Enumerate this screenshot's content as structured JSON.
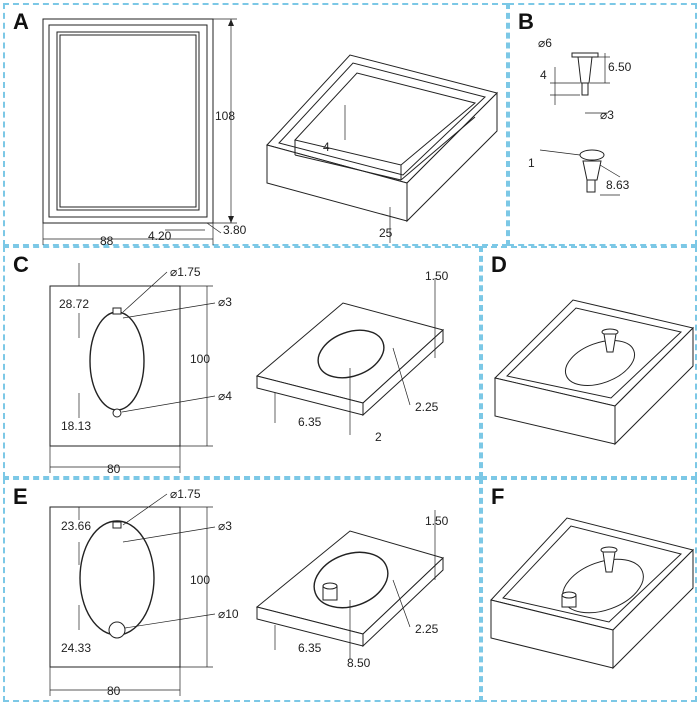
{
  "panels": {
    "A": {
      "label": "A",
      "dims": {
        "height": "108",
        "width": "88",
        "inner_offset": "4.20",
        "wall": "3.80",
        "depth": "4",
        "total_height": "25"
      }
    },
    "B": {
      "label": "B",
      "dims": {
        "top_dia": "6",
        "top_height": "6.50",
        "stem_len": "4",
        "stem_dia": "3",
        "tip": "1",
        "overall": "8.63"
      }
    },
    "C": {
      "label": "C",
      "dims": {
        "top_hole": "1.75",
        "top_offset": "28.72",
        "mid_hole": "3",
        "height": "100",
        "bottom_hole": "4",
        "bottom_offset": "18.13",
        "width": "80",
        "groove": "1.50",
        "groove_depth": "2.25",
        "edge": "6.35",
        "step": "2"
      }
    },
    "D": {
      "label": "D"
    },
    "E": {
      "label": "E",
      "dims": {
        "top_hole": "1.75",
        "top_offset": "23.66",
        "mid_hole": "3",
        "height": "100",
        "bottom_hole": "10",
        "bottom_offset": "24.33",
        "width": "80",
        "groove": "1.50",
        "groove_depth": "2.25",
        "edge": "6.35",
        "cyl": "8.50"
      }
    },
    "F": {
      "label": "F"
    }
  }
}
